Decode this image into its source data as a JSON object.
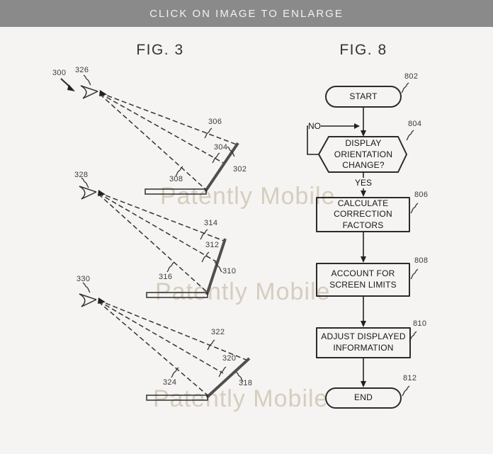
{
  "header": {
    "title": "CLICK ON IMAGE TO ENLARGE",
    "background": "#8a8a8a"
  },
  "watermark": {
    "text": "Patently Mobile",
    "color": "#d6cdbe"
  },
  "figures": {
    "fig3": {
      "title": "FIG. 3",
      "refs": [
        "300",
        "326",
        "306",
        "304",
        "302",
        "308",
        "328",
        "314",
        "312",
        "310",
        "316",
        "330",
        "322",
        "320",
        "318",
        "324"
      ]
    },
    "fig8": {
      "title": "FIG. 8",
      "nodes": [
        {
          "ref": "802",
          "type": "terminator",
          "lines": [
            "START"
          ]
        },
        {
          "ref": "804",
          "type": "decision",
          "lines": [
            "DISPLAY",
            "ORIENTATION",
            "CHANGE?"
          ]
        },
        {
          "ref": "806",
          "type": "process",
          "lines": [
            "CALCULATE",
            "CORRECTION",
            "FACTORS"
          ]
        },
        {
          "ref": "808",
          "type": "process",
          "lines": [
            "ACCOUNT FOR",
            "SCREEN LIMITS"
          ]
        },
        {
          "ref": "810",
          "type": "process",
          "lines": [
            "ADJUST DISPLAYED",
            "INFORMATION"
          ]
        },
        {
          "ref": "812",
          "type": "terminator",
          "lines": [
            "END"
          ]
        }
      ],
      "edges": {
        "no_label": "NO",
        "yes_label": "YES"
      }
    }
  },
  "ink_color": "#2b2b2b"
}
